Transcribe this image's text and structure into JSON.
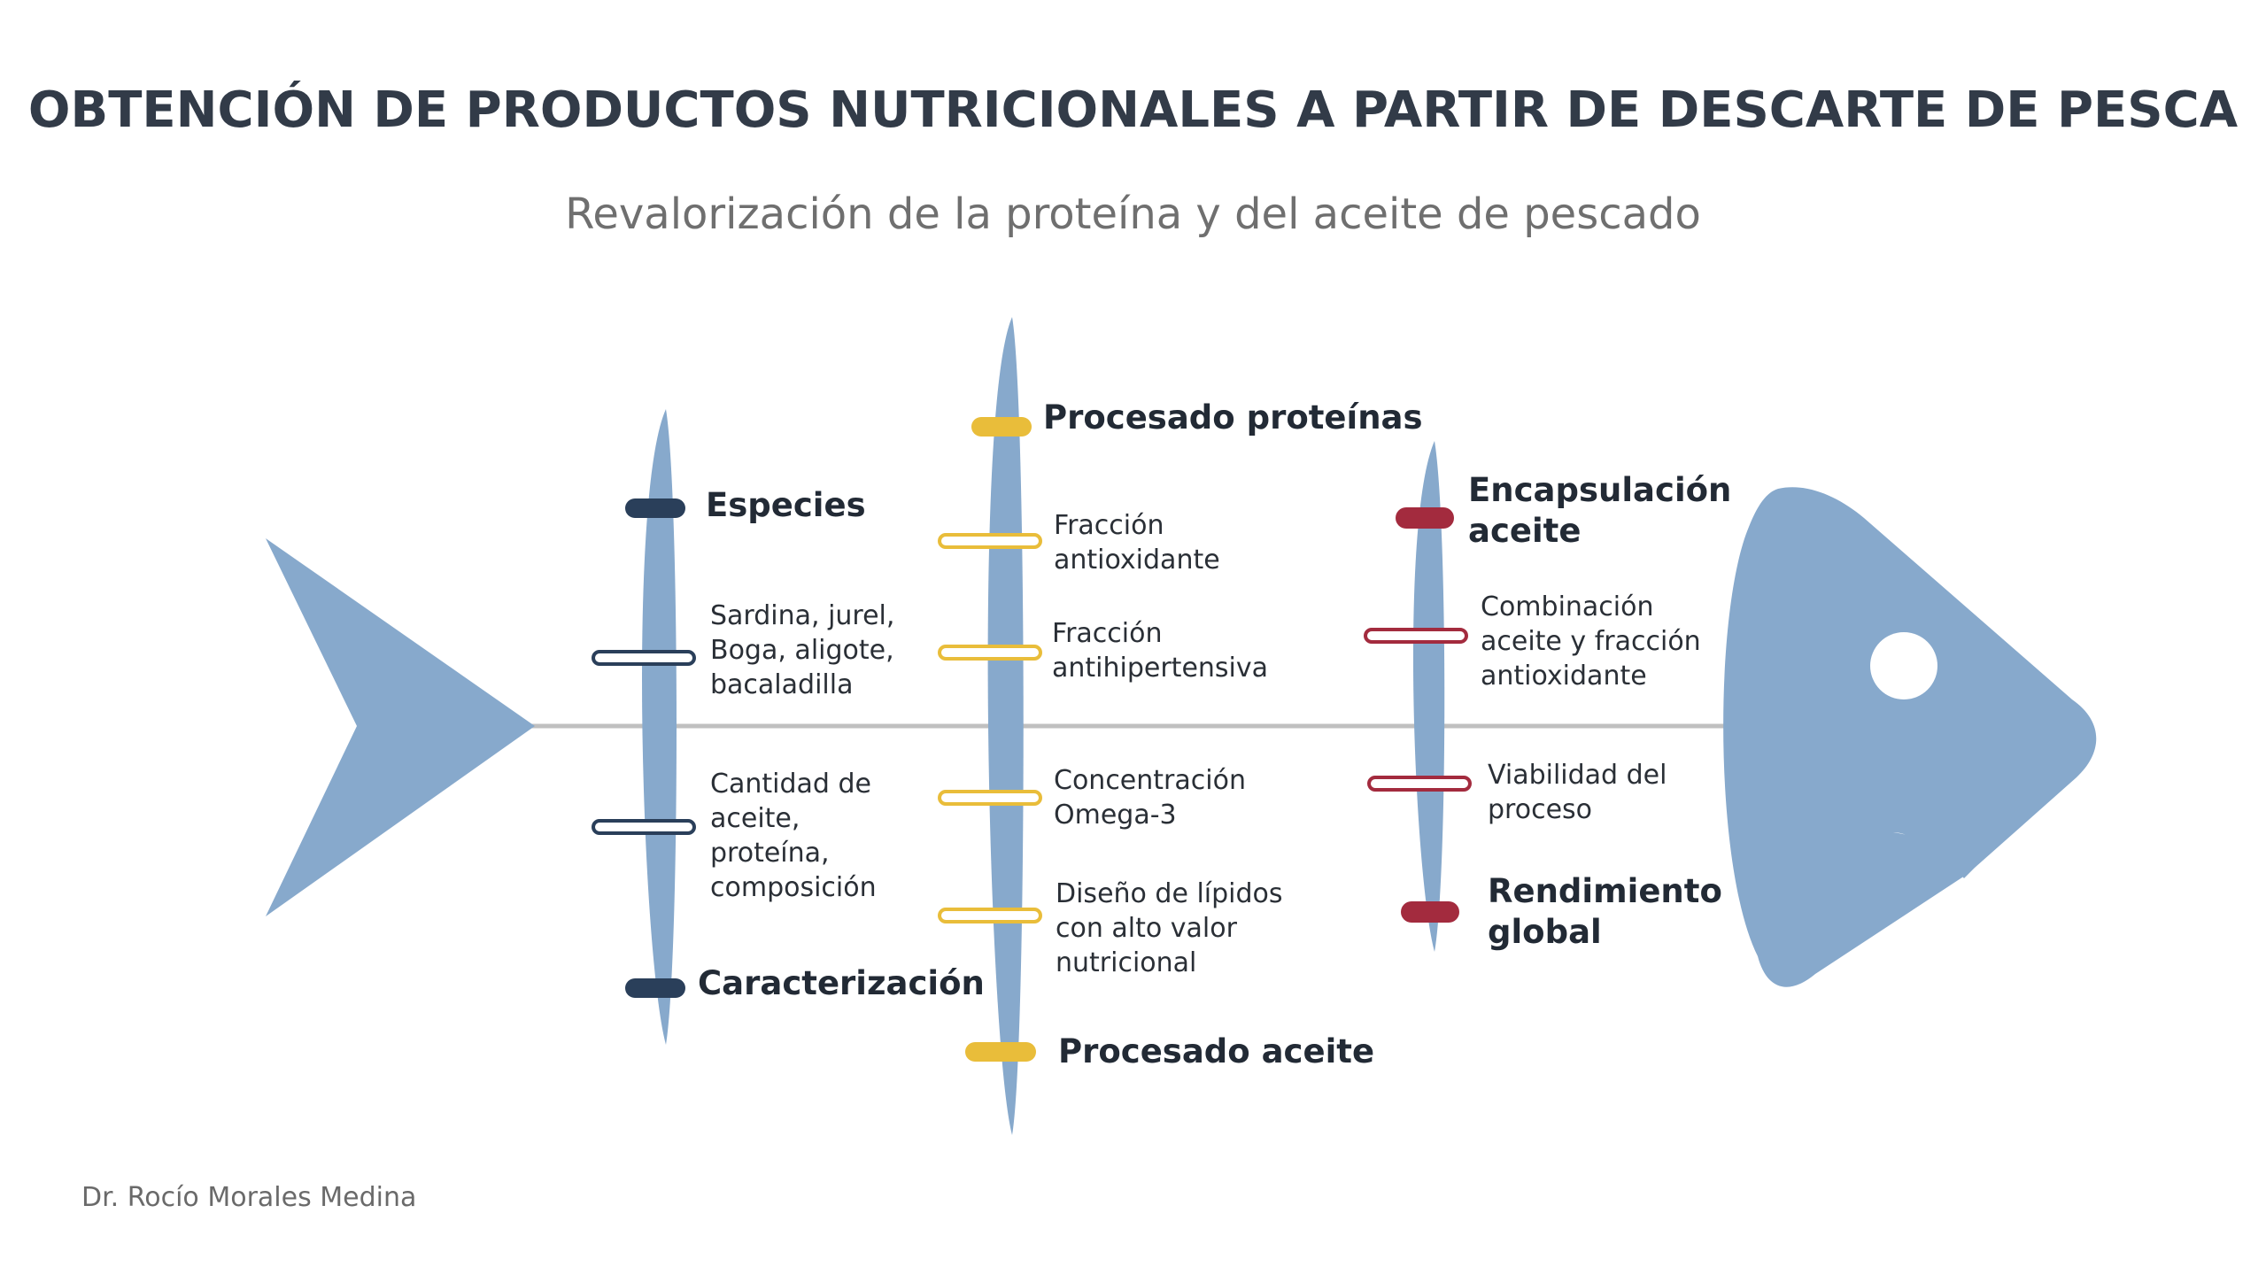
{
  "title": "OBTENCIÓN DE PRODUCTOS NUTRICIONALES A PARTIR DE DESCARTE DE PESCA",
  "subtitle": "Revalorización de la proteína y del aceite de pescado",
  "author": "Dr. Rocío Morales Medina",
  "colors": {
    "fish": "#87a9cc",
    "spine": "#c0c0c0",
    "navy": "#2a3f5a",
    "gold": "#e9bd3a",
    "crimson": "#a32b3e"
  },
  "bones": [
    {
      "id": "caracterizacion",
      "color": "navy",
      "labels": {
        "top_heading": "Especies",
        "bottom_heading": "Caracterización",
        "items": [
          "Sardina, jurel,\nBoga, aligote,\nbacaladilla",
          "Cantidad de\naceite,\nproteína,\ncomposición"
        ]
      }
    },
    {
      "id": "procesado",
      "color": "gold",
      "labels": {
        "top_heading": "Procesado proteínas",
        "bottom_heading": "Procesado aceite",
        "items": [
          "Fracción\nantioxidante",
          "Fracción\nantihipertensiva",
          "Concentración\nOmega-3",
          "Diseño de lípidos\ncon alto valor\nnutricional"
        ]
      }
    },
    {
      "id": "encapsulacion",
      "color": "crimson",
      "labels": {
        "top_heading": "Encapsulación\naceite",
        "bottom_heading": "Rendimiento\nglobal",
        "items": [
          "Combinación\naceite y fracción\nantioxidante",
          "Viabilidad del\nproceso"
        ]
      }
    }
  ]
}
